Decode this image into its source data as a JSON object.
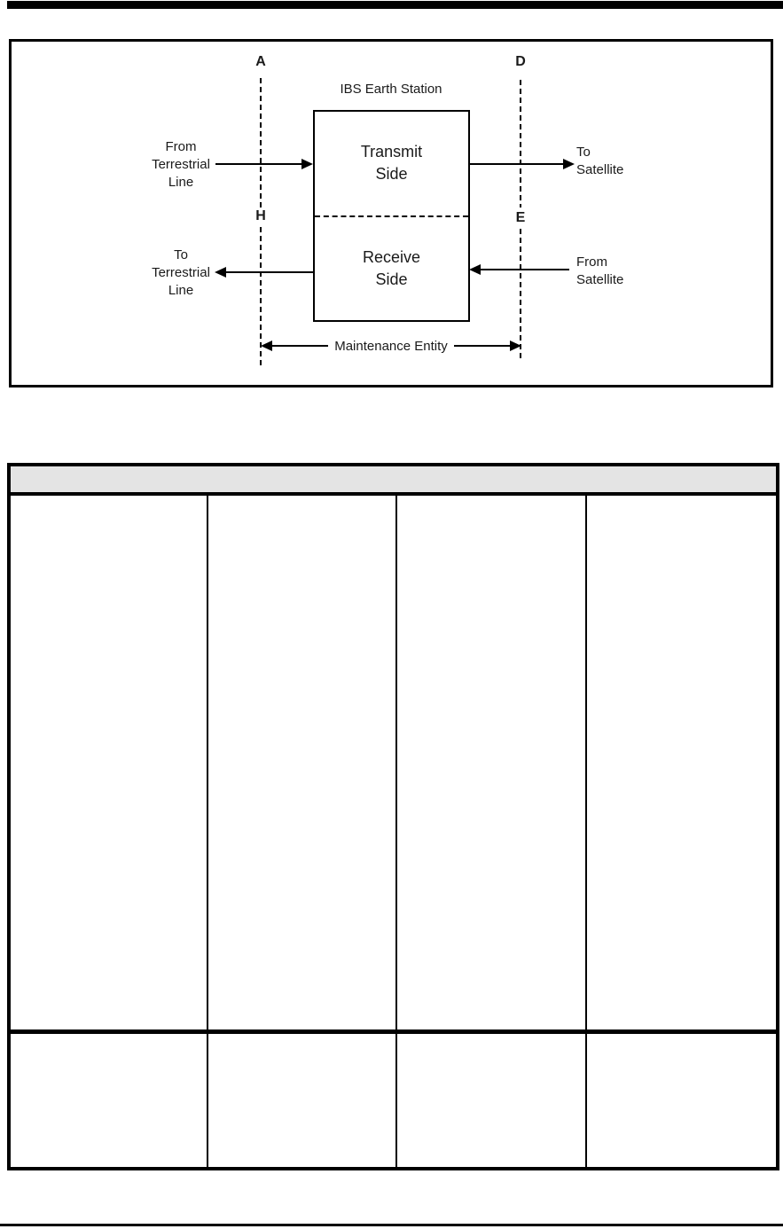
{
  "page": {
    "background": "#ffffff",
    "ink_color": "#000000"
  },
  "figure": {
    "title": "IBS Earth Station",
    "reference_points": {
      "a": "A",
      "d": "D",
      "h": "H",
      "e": "E"
    },
    "station_box": {
      "transmit_label": "Transmit\nSide",
      "receive_label": "Receive\nSide"
    },
    "flow_labels": {
      "from_terrestrial": "From\nTerrestrial\nLine",
      "to_satellite": "To\nSatellite",
      "to_terrestrial": "To\nTerrestrial\nLine",
      "from_satellite": "From\nSatellite"
    },
    "maintenance_entity_label": "Maintenance Entity"
  },
  "table": {
    "header_fill": "#e4e4e4",
    "header_text": "",
    "rows": [
      [
        "",
        "",
        "",
        ""
      ],
      [
        "",
        "",
        "",
        ""
      ]
    ]
  }
}
